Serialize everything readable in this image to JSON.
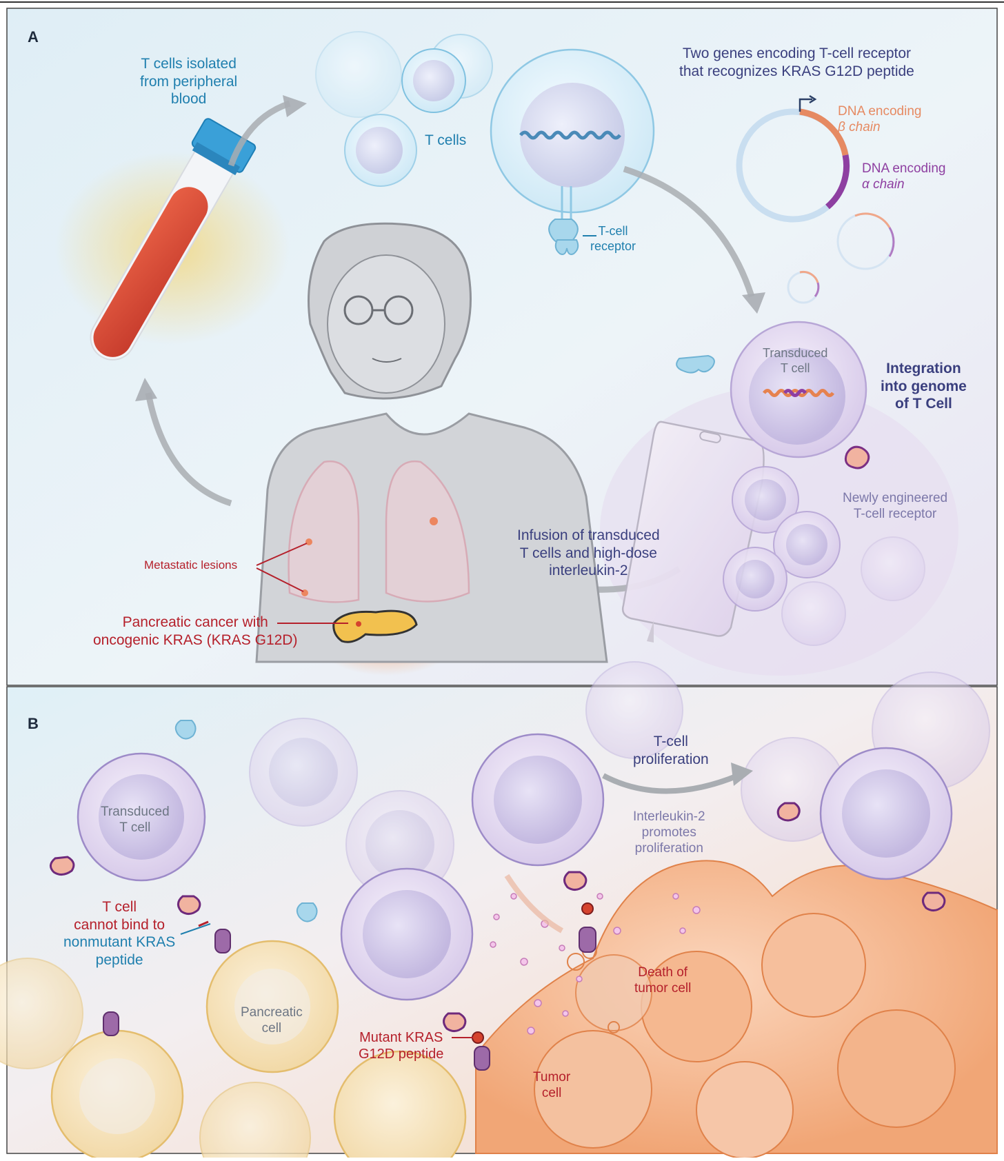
{
  "panel_a": {
    "letter": "A",
    "t_cells_isolated": [
      "T cells isolated",
      "from peripheral",
      "blood"
    ],
    "t_cells": "T cells",
    "tcr_receptor": [
      "T-cell",
      "receptor"
    ],
    "two_genes": [
      "Two genes encoding T-cell receptor",
      "that recognizes KRAS G12D peptide"
    ],
    "dna_beta": [
      "DNA encoding",
      "β chain"
    ],
    "dna_alpha": [
      "DNA encoding",
      "α chain"
    ],
    "transduced": [
      "Transduced",
      "T cell"
    ],
    "integration": [
      "Integration",
      "into genome",
      "of T Cell"
    ],
    "newly_engineered": [
      "Newly engineered",
      "T-cell receptor"
    ],
    "infusion": [
      "Infusion of transduced",
      "T cells and high-dose",
      "interleukin-2"
    ],
    "metastatic": "Metastatic lesions",
    "pancreatic_cancer": [
      "Pancreatic cancer with",
      "oncogenic KRAS (KRAS G12D)"
    ]
  },
  "panel_b": {
    "letter": "B",
    "transduced": [
      "Transduced",
      "T cell"
    ],
    "cannot_bind": [
      "T cell",
      "cannot bind to",
      "nonmutant KRAS",
      "peptide"
    ],
    "pancreatic_cell": [
      "Pancreatic",
      "cell"
    ],
    "mutant_kras": [
      "Mutant KRAS",
      "G12D peptide"
    ],
    "tumor_cell": [
      "Tumor",
      "cell"
    ],
    "death": [
      "Death of",
      "tumor cell"
    ],
    "proliferation": [
      "T-cell",
      "proliferation"
    ],
    "il2": [
      "Interleukin-2",
      "promotes",
      "proliferation"
    ]
  },
  "colors": {
    "blue_label": "#1f7fae",
    "navy_label": "#3a3f7e",
    "red_label": "#b5202b",
    "beta_orange": "#e68a62",
    "alpha_purple": "#8e3fa1"
  }
}
